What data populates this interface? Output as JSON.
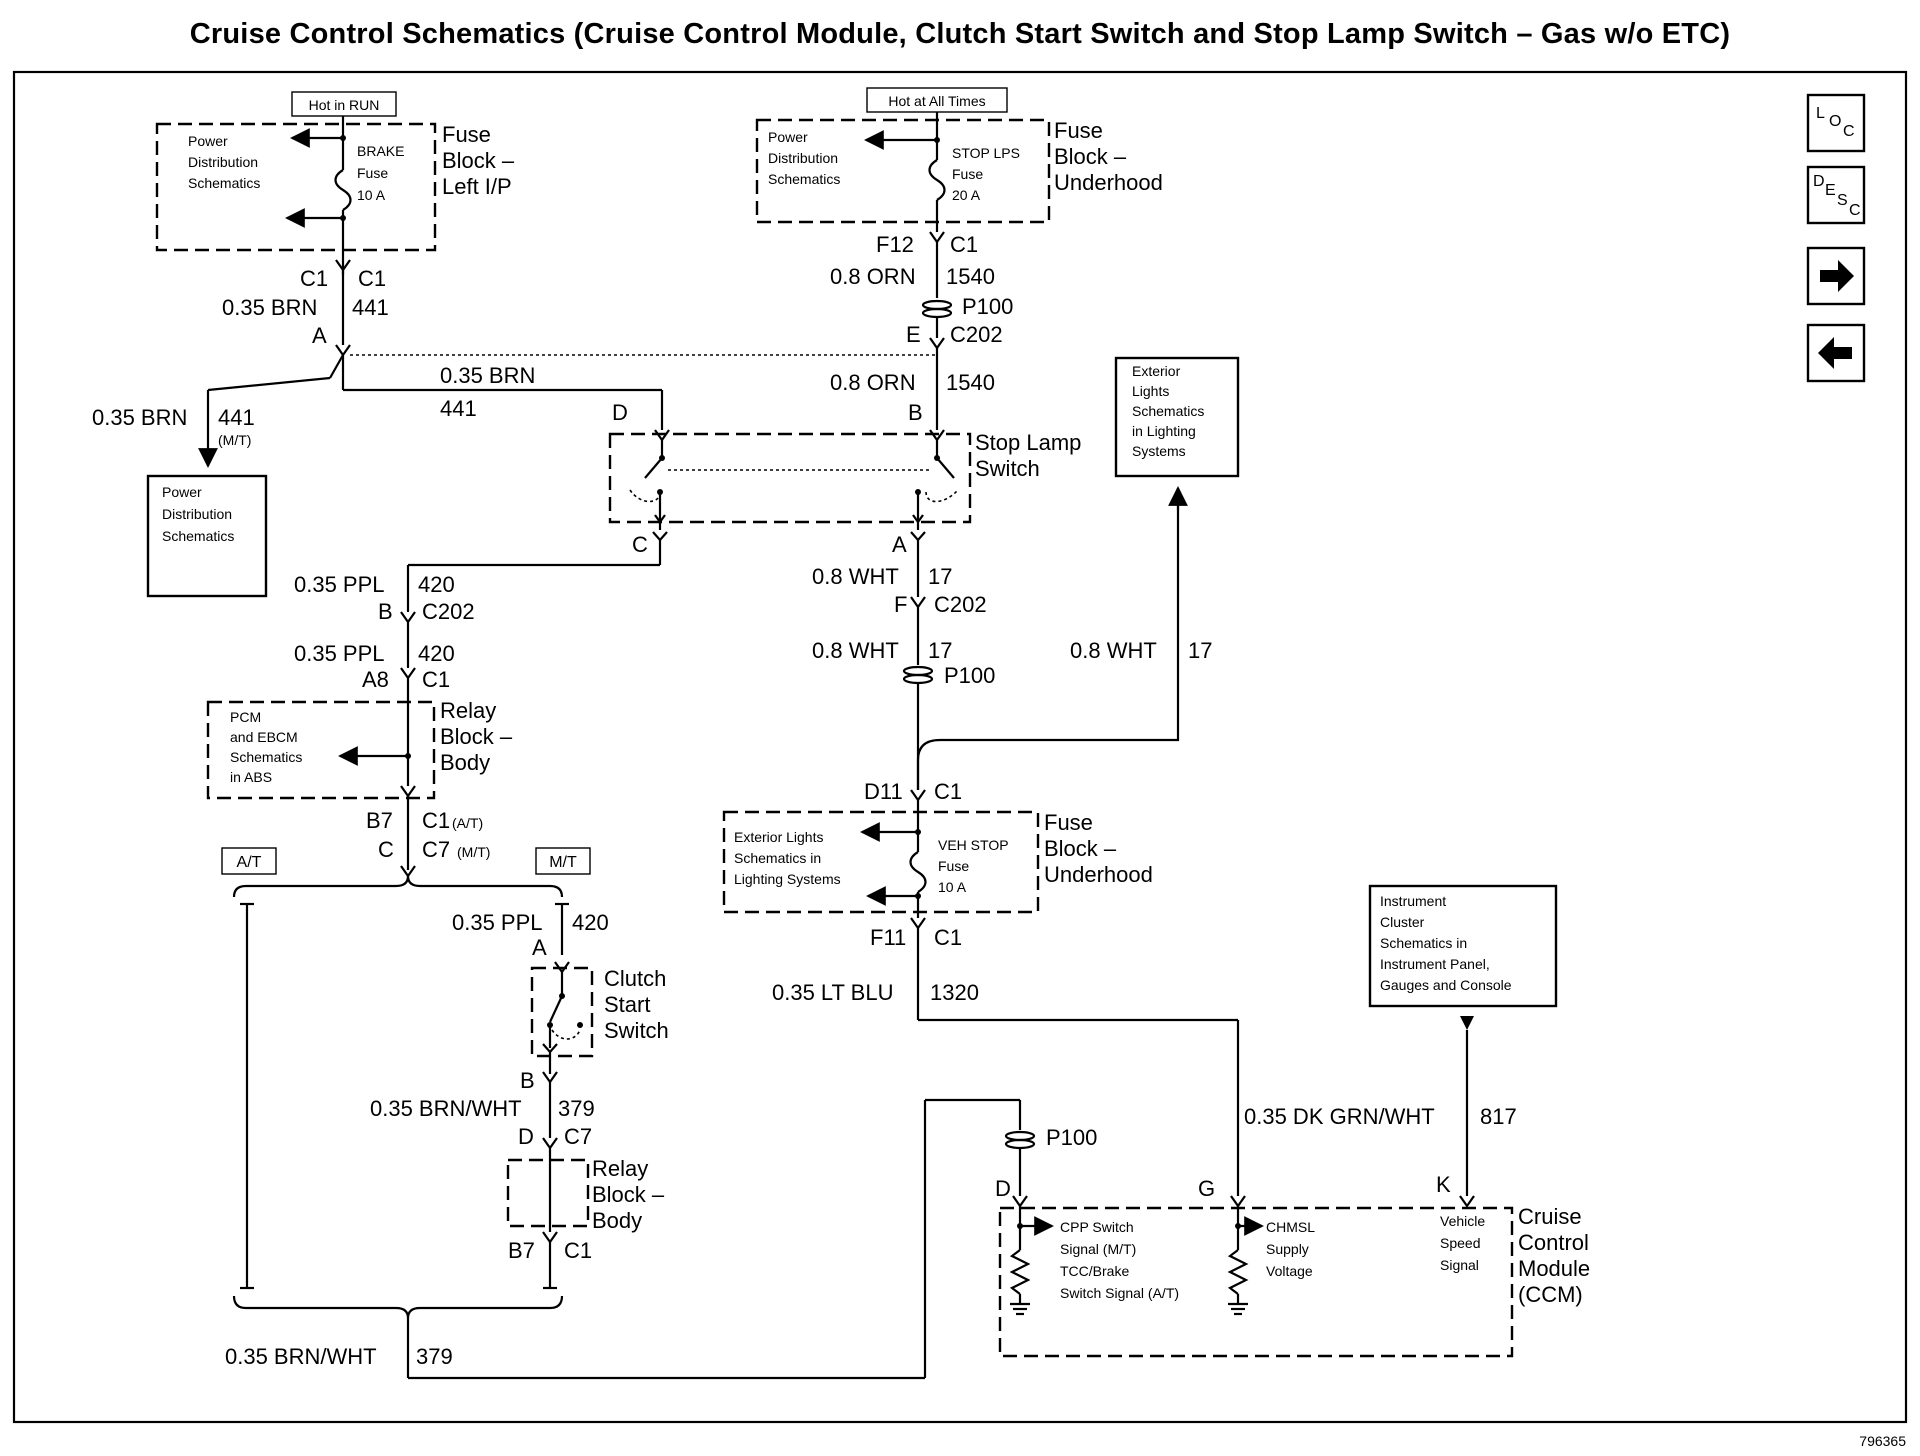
{
  "title": "Cruise Control Schematics (Cruise Control Module, Clutch Start Switch and Stop Lamp Switch – Gas w/o ETC)",
  "figure_number": "796365",
  "nav": {
    "loc_icon": "loc-icon",
    "desc_icon": "desc-icon",
    "next_icon": "arrow-right-icon",
    "prev_icon": "arrow-left-icon"
  },
  "hot_labels": {
    "run": "Hot in RUN",
    "all_times": "Hot at All Times"
  },
  "fuse_blocks": {
    "left": {
      "ref": [
        "Power",
        "Distribution",
        "Schematics"
      ],
      "fuse": [
        "BRAKE",
        "Fuse",
        "10 A"
      ],
      "name": [
        "Fuse",
        "Block –",
        "Left I/P"
      ]
    },
    "underhood_top": {
      "ref": [
        "Power",
        "Distribution",
        "Schematics"
      ],
      "fuse": [
        "STOP LPS",
        "Fuse",
        "20 A"
      ],
      "name": [
        "Fuse",
        "Block –",
        "Underhood"
      ]
    },
    "underhood_mid": {
      "ref": [
        "Exterior Lights",
        "Schematics in",
        "Lighting Systems"
      ],
      "fuse": [
        "VEH STOP",
        "Fuse",
        "10 A"
      ],
      "name": [
        "Fuse",
        "Block –",
        "Underhood"
      ]
    }
  },
  "ref_boxes": {
    "power_dist": [
      "Power",
      "Distribution",
      "Schematics"
    ],
    "ext_lights": [
      "Exterior",
      "Lights",
      "Schematics",
      "in Lighting",
      "Systems"
    ],
    "instrument": [
      "Instrument",
      "Cluster",
      "Schematics in",
      "Instrument Panel,",
      "Gauges and Console"
    ],
    "pcm": [
      "PCM",
      "and EBCM",
      "Schematics",
      "in ABS"
    ]
  },
  "components": {
    "stop_lamp": [
      "Stop Lamp",
      "Switch"
    ],
    "relay_top": [
      "Relay",
      "Block –",
      "Body"
    ],
    "relay_bottom": [
      "Relay",
      "Block –",
      "Body"
    ],
    "clutch": [
      "Clutch",
      "Start",
      "Switch"
    ],
    "ccm": [
      "Cruise",
      "Control",
      "Module",
      "(CCM)"
    ]
  },
  "ccm_signals": {
    "cpp": [
      "CPP Switch",
      "Signal (M/T)",
      "TCC/Brake",
      "Switch Signal (A/T)"
    ],
    "chmsl": [
      "CHMSL",
      "Supply",
      "Voltage"
    ],
    "vss": [
      "Vehicle",
      "Speed",
      "Signal"
    ]
  },
  "options": {
    "at": "A/T",
    "mt": "M/T"
  },
  "wires": {
    "w441_gauge": "0.35 BRN",
    "w441_circuit": "441",
    "w441_mid_gauge": "0.35 BRN",
    "w441_mid_circuit": "441",
    "w441_left_gauge": "0.35 BRN",
    "w441_left_circuit": "441",
    "w441_left_note": "(M/T)",
    "w1540a_gauge": "0.8 ORN",
    "w1540a_circuit": "1540",
    "w1540b_gauge": "0.8 ORN",
    "w1540b_circuit": "1540",
    "w420a_gauge": "0.35 PPL",
    "w420a_circuit": "420",
    "w420b_gauge": "0.35 PPL",
    "w420b_circuit": "420",
    "w420c_gauge": "0.35 PPL",
    "w420c_circuit": "420",
    "w17a_gauge": "0.8 WHT",
    "w17a_circuit": "17",
    "w17b_gauge": "0.8 WHT",
    "w17b_circuit": "17",
    "w17c_gauge": "0.8 WHT",
    "w17c_circuit": "17",
    "w1320_gauge": "0.35 LT BLU",
    "w1320_circuit": "1320",
    "w817_gauge": "0.35 DK GRN/WHT",
    "w817_circuit": "817",
    "w379a_gauge": "0.35 BRN/WHT",
    "w379a_circuit": "379",
    "w379b_gauge": "0.35 BRN/WHT",
    "w379b_circuit": "379"
  },
  "connectors": {
    "c1_left_a": "C1",
    "c1_left_b": "C1",
    "pin_a_splice": "A",
    "f12": "F12",
    "c1_uh": "C1",
    "p100_top": "P100",
    "pin_e": "E",
    "c202_top": "C202",
    "pin_b_sls": "B",
    "pin_d_sls": "D",
    "pin_c_sls": "C",
    "pin_a_sls": "A",
    "pin_b_c202": "B",
    "c202_left": "C202",
    "pin_f": "F",
    "c202_mid": "C202",
    "p100_mid": "P100",
    "pin_a8": "A8",
    "c1_relay": "C1",
    "pin_b7_top": "B7",
    "c1_at": "C1",
    "c1_at_note": "(A/T)",
    "pin_c_relay": "C",
    "c7_mt": "C7",
    "c7_mt_note": "(M/T)",
    "d11": "D11",
    "c1_d11": "C1",
    "f11": "F11",
    "c1_f11": "C1",
    "pin_a_clutch": "A",
    "pin_b_clutch": "B",
    "pin_d_relay": "D",
    "c7_relay": "C7",
    "pin_b7_bot": "B7",
    "c1_relay_bot": "C1",
    "p100_bottom": "P100",
    "pin_d_ccm": "D",
    "pin_g_ccm": "G",
    "pin_k_ccm": "K"
  }
}
